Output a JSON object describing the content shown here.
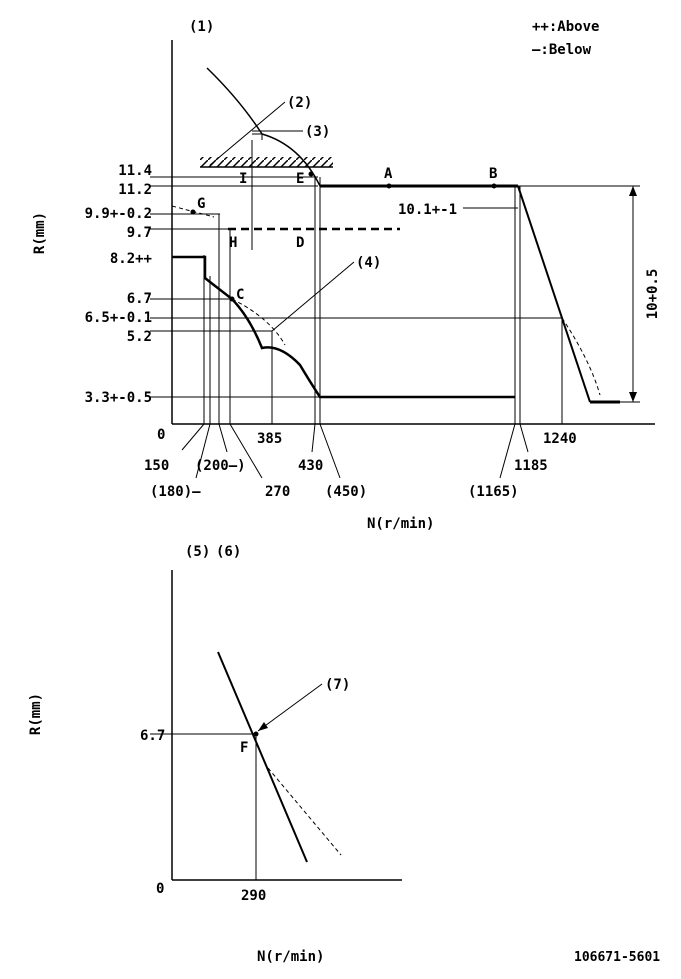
{
  "legend": {
    "above": "++:Above",
    "below": "—:Below"
  },
  "top_chart": {
    "title": "(1)",
    "ylabel": "R(mm)",
    "xlabel": "N(r/min)",
    "y_ticks": [
      "11.4",
      "11.2",
      "9.9+-0.2",
      "9.7",
      "8.2++",
      "6.7",
      "6.5+-0.1",
      "5.2",
      "3.3+-0.5",
      "0"
    ],
    "x_ticks": [
      "150",
      "(180)—",
      "(200—)",
      "270",
      "385",
      "430",
      "(450)",
      "(1165)",
      "1185",
      "1240"
    ],
    "callouts": [
      "(2)",
      "(3)",
      "(4)"
    ],
    "points": [
      "A",
      "B",
      "C",
      "D",
      "E",
      "G",
      "H",
      "I"
    ],
    "note_101": "10.1+-1",
    "range_label": "10+0.5"
  },
  "bottom_chart": {
    "titles": [
      "(5)",
      "(6)"
    ],
    "ylabel": "R(mm)",
    "xlabel": "N(r/min)",
    "y_ticks": [
      "6.7",
      "0"
    ],
    "x_ticks": [
      "290"
    ],
    "callouts": [
      "(7)"
    ],
    "points": [
      "F"
    ]
  },
  "part_number": "106671-5601"
}
